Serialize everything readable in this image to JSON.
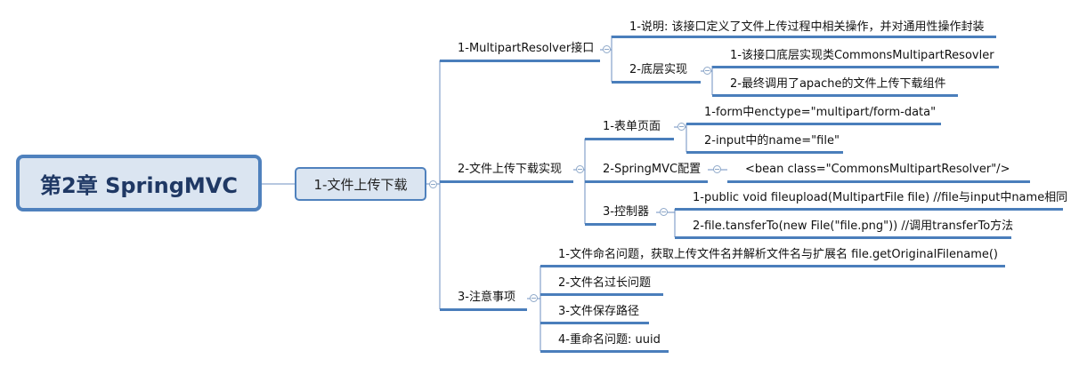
{
  "root": {
    "title": "第2章 SpringMVC"
  },
  "topic": {
    "title": "1-文件上传下载"
  },
  "branches": [
    {
      "label": "1-MultipartResolver接口",
      "children": [
        {
          "label": "1-说明: 该接口定义了文件上传过程中相关操作，并对通用性操作封装"
        },
        {
          "label": "2-底层实现",
          "children": [
            {
              "label": "1-该接口底层实现类CommonsMultipartResovler"
            },
            {
              "label": "2-最终调用了apache的文件上传下载组件"
            }
          ]
        }
      ]
    },
    {
      "label": "2-文件上传下载实现",
      "children": [
        {
          "label": "1-表单页面",
          "children": [
            {
              "label": "1-form中enctype=\"multipart/form-data\""
            },
            {
              "label": "2-input中的name=\"file\""
            }
          ]
        },
        {
          "label": "2-SpringMVC配置",
          "children": [
            {
              "label": "<bean class=\"CommonsMultipartResolver\"/>"
            }
          ]
        },
        {
          "label": "3-控制器",
          "children": [
            {
              "label": "1-public void fileupload(MultipartFile file) //file与input中name相同"
            },
            {
              "label": "2-file.tansferTo(new File(\"file.png\")) //调用transferTo方法"
            }
          ]
        }
      ]
    },
    {
      "label": "3-注意事项",
      "children": [
        {
          "label": "1-文件命名问题，获取上传文件名并解析文件名与扩展名 file.getOriginalFilename()"
        },
        {
          "label": "2-文件名过长问题"
        },
        {
          "label": "3-文件保存路径"
        },
        {
          "label": "4-重命名问题: uuid"
        }
      ]
    }
  ]
}
